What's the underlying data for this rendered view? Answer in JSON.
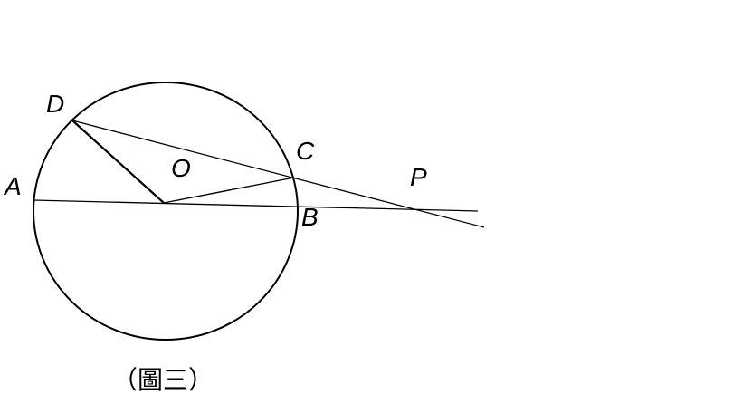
{
  "figure": {
    "caption": "（圖三）",
    "points": {
      "D": "D",
      "O": "O",
      "C": "C",
      "A": "A",
      "B": "B",
      "P": "P"
    }
  },
  "colors": {
    "stroke": "#000000",
    "background": "#ffffff"
  }
}
